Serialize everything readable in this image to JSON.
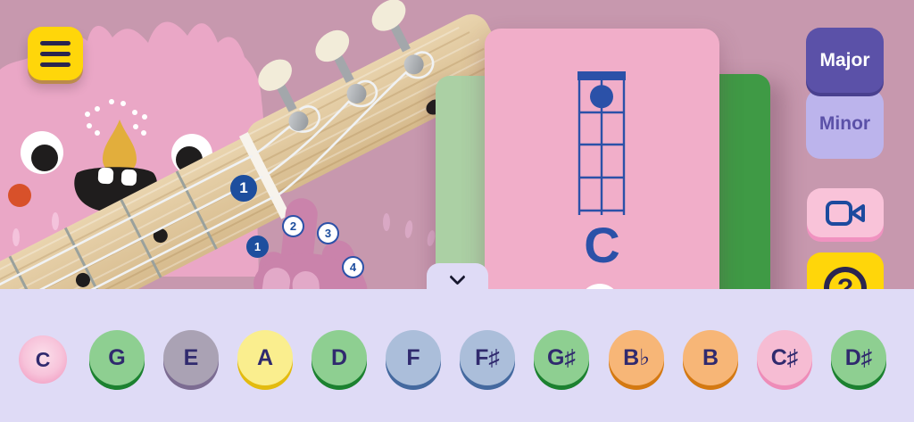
{
  "scene": {
    "monster": "pink-monster-character",
    "instrument": "guitar-neck-and-headstock",
    "string_count": 3
  },
  "menu_button": {
    "icon": "hamburger-menu-icon"
  },
  "chord_card": {
    "chord_name": "C",
    "diagram": {
      "strings": 3,
      "frets": 4,
      "dot": {
        "string": 2,
        "fret": 1
      }
    }
  },
  "finger_badges": [
    {
      "label": "1",
      "variant": "filled"
    },
    {
      "label": "2",
      "variant": "outline"
    },
    {
      "label": "3",
      "variant": "outline"
    },
    {
      "label": "1",
      "variant": "filled"
    },
    {
      "label": "4",
      "variant": "outline"
    }
  ],
  "mode_toggle": {
    "options": [
      {
        "label": "Major",
        "selected": true
      },
      {
        "label": "Minor",
        "selected": false
      }
    ]
  },
  "side_buttons": {
    "camera_icon": "video-camera-icon",
    "help_icon": "question-mark-icon"
  },
  "collapse_tab": {
    "icon": "chevron-down-icon"
  },
  "note_picker": {
    "selected": "C",
    "notes": [
      {
        "label": "C",
        "color": "#f2a2c4",
        "selected": true
      },
      {
        "label": "G",
        "color": "#8ecf91"
      },
      {
        "label": "E",
        "color": "#aaa2b4"
      },
      {
        "label": "A",
        "color": "#faee8e"
      },
      {
        "label": "D",
        "color": "#8ecf91"
      },
      {
        "label": "F",
        "color": "#abbeda"
      },
      {
        "label": "F♯",
        "color": "#abbeda"
      },
      {
        "label": "G♯",
        "color": "#8ecf91"
      },
      {
        "label": "B♭",
        "color": "#f7b677"
      },
      {
        "label": "B",
        "color": "#f7b677"
      },
      {
        "label": "C♯",
        "color": "#f6bcd3"
      },
      {
        "label": "D♯",
        "color": "#8ecf91"
      }
    ]
  },
  "colors": {
    "background": "#c798ae",
    "bottom_panel": "#dfdbf6",
    "chord_card_pink": "#f1aec9",
    "card_left_green": "#abd0a4",
    "card_right_green": "#3f9a45",
    "accent_blue": "#2b51a8",
    "major_purple": "#5b51a8",
    "minor_lavender": "#bcb4ec",
    "camera_pink": "#f9c3d9",
    "button_yellow": "#ffd60a",
    "navy_text": "#302a6e"
  }
}
